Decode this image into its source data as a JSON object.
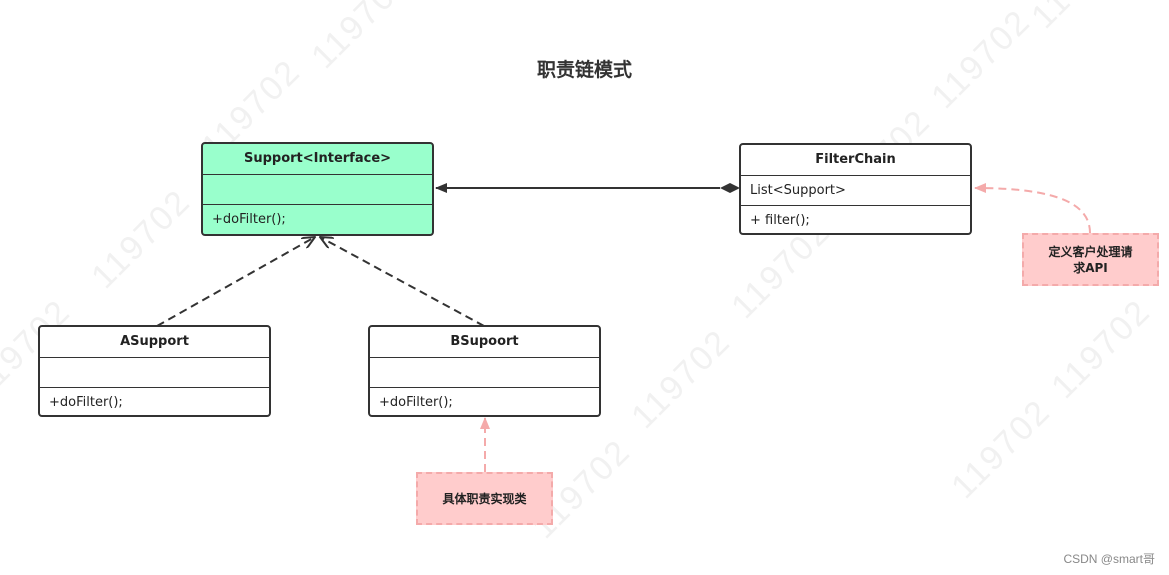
{
  "title": "职责链模式",
  "watermark": "119702",
  "classes": {
    "support": {
      "name": "Support<Interface>",
      "attributes": "",
      "methods": "+doFilter();",
      "fill": "#99ffcc"
    },
    "filter_chain": {
      "name": "FilterChain",
      "attributes": "List<Support>",
      "methods": "+ filter();"
    },
    "a_support": {
      "name": "ASupport",
      "attributes": "",
      "methods": "+doFilter();"
    },
    "b_support": {
      "name": "BSupoort",
      "attributes": "",
      "methods": "+doFilter();"
    }
  },
  "notes": {
    "api_note": "定义客户处理请求API",
    "impl_note": "具体职责实现类"
  },
  "colors": {
    "note_fill": "#ffcccc",
    "note_border": "#f4aaaa",
    "interface_fill": "#99ffcc",
    "line": "#333333"
  },
  "credit": "CSDN @smart哥"
}
